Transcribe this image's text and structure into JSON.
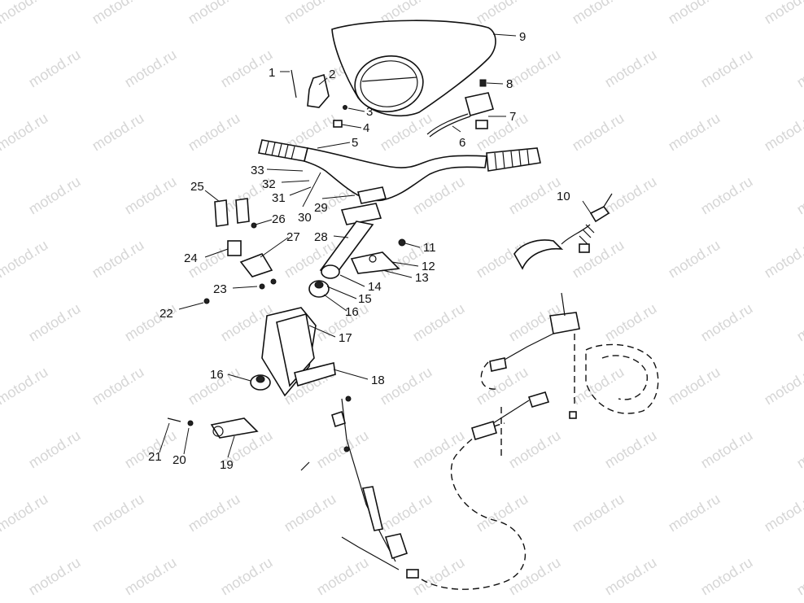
{
  "watermark": "motod.ru",
  "callouts": [
    {
      "id": "1",
      "label": "1"
    },
    {
      "id": "2",
      "label": "2"
    },
    {
      "id": "3",
      "label": "3"
    },
    {
      "id": "4",
      "label": "4"
    },
    {
      "id": "5",
      "label": "5"
    },
    {
      "id": "6",
      "label": "6"
    },
    {
      "id": "7",
      "label": "7"
    },
    {
      "id": "8",
      "label": "8"
    },
    {
      "id": "9",
      "label": "9"
    },
    {
      "id": "10",
      "label": "10"
    },
    {
      "id": "11",
      "label": "11"
    },
    {
      "id": "12",
      "label": "12"
    },
    {
      "id": "13",
      "label": "13"
    },
    {
      "id": "14",
      "label": "14"
    },
    {
      "id": "15",
      "label": "15"
    },
    {
      "id": "16a",
      "label": "16"
    },
    {
      "id": "16b",
      "label": "16"
    },
    {
      "id": "17",
      "label": "17"
    },
    {
      "id": "18",
      "label": "18"
    },
    {
      "id": "19",
      "label": "19"
    },
    {
      "id": "20",
      "label": "20"
    },
    {
      "id": "21",
      "label": "21"
    },
    {
      "id": "22",
      "label": "22"
    },
    {
      "id": "23",
      "label": "23"
    },
    {
      "id": "24",
      "label": "24"
    },
    {
      "id": "25",
      "label": "25"
    },
    {
      "id": "26",
      "label": "26"
    },
    {
      "id": "27",
      "label": "27"
    },
    {
      "id": "28",
      "label": "28"
    },
    {
      "id": "29",
      "label": "29"
    },
    {
      "id": "30",
      "label": "30"
    },
    {
      "id": "31",
      "label": "31"
    },
    {
      "id": "32",
      "label": "32"
    },
    {
      "id": "33",
      "label": "33"
    }
  ]
}
